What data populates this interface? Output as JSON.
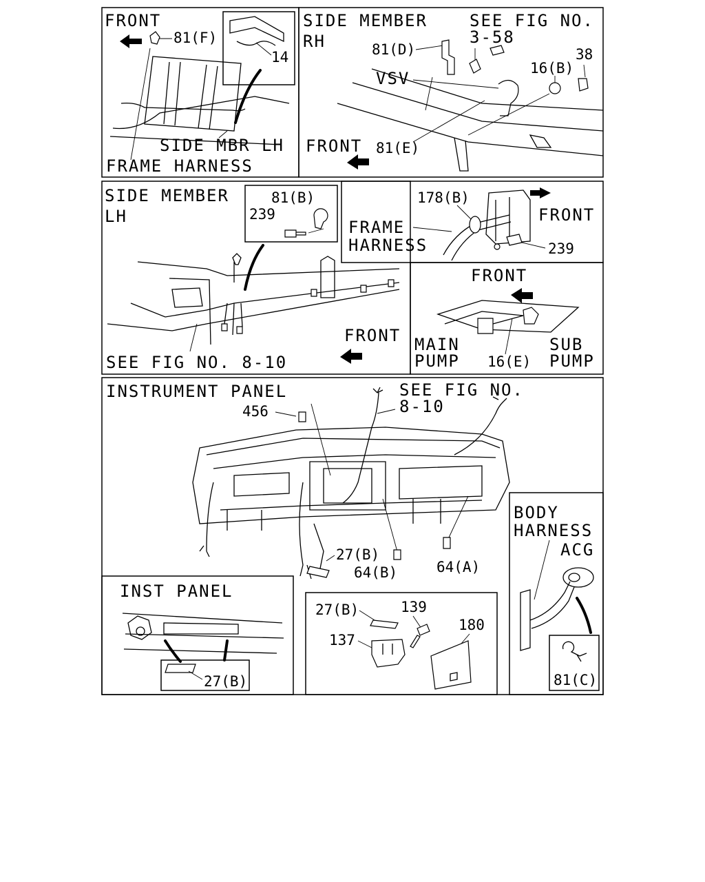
{
  "panel1": {
    "front_label": "FRONT",
    "callout_81f": "81(F)",
    "callout_14": "14",
    "side_mbr_lh": "SIDE MBR LH",
    "frame_harness": "FRAME HARNESS"
  },
  "panel2": {
    "title_line1": "SIDE MEMBER",
    "title_line2": "RH",
    "see_fig_line1": "SEE FIG NO.",
    "see_fig_line2": "3-58",
    "callout_81d": "81(D)",
    "callout_vsv": "VSV",
    "callout_16b": "16(B)",
    "callout_38": "38",
    "front_label": "FRONT",
    "callout_81e": "81(E)"
  },
  "panel3": {
    "title_line1": "SIDE MEMBER",
    "title_line2": "LH",
    "callout_81b": "81(B)",
    "callout_239": "239",
    "front_label": "FRONT",
    "see_fig": "SEE FIG NO. 8-10"
  },
  "panel4": {
    "callout_178b": "178(B)",
    "front_label": "FRONT",
    "frame_line1": "FRAME",
    "frame_line2": "HARNESS",
    "callout_239": "239"
  },
  "panel5": {
    "front_label": "FRONT",
    "main_line1": "MAIN",
    "main_line2": "PUMP",
    "callout_16e": "16(E)",
    "sub_line1": "SUB",
    "sub_line2": "PUMP"
  },
  "panel6": {
    "title": "INSTRUMENT PANEL",
    "see_fig_line1": "SEE FIG NO.",
    "see_fig_line2": "8-10",
    "callout_456": "456",
    "callout_27b": "27(B)",
    "callout_64b": "64(B)",
    "callout_64a": "64(A)"
  },
  "panel7": {
    "title": "INST PANEL",
    "callout_27b": "27(B)"
  },
  "panel8": {
    "callout_27b": "27(B)",
    "callout_139": "139",
    "callout_137": "137",
    "callout_180": "180"
  },
  "panel9": {
    "body_line1": "BODY",
    "body_line2": "HARNESS",
    "acg": "ACG",
    "callout_81c": "81(C)"
  }
}
